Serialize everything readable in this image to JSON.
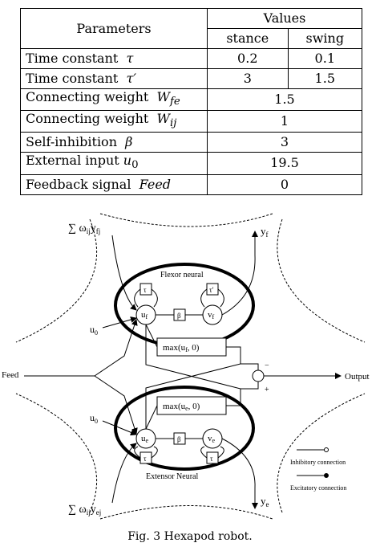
{
  "table": {
    "header_params": "Parameters",
    "header_values": "Values",
    "header_stance": "stance",
    "header_swing": "swing",
    "rows": [
      {
        "label": "Time constant",
        "sym": "τ",
        "sub": "",
        "stance": "0.2",
        "swing": "0.1"
      },
      {
        "label": "Time constant",
        "sym": "τ′",
        "sub": "",
        "stance": "3",
        "swing": "1.5"
      },
      {
        "label": "Connecting weight",
        "sym": "W",
        "sub": "fe",
        "value": "1.5"
      },
      {
        "label": "Connecting weight",
        "sym": "W",
        "sub": "ij",
        "value": "1"
      },
      {
        "label": "Self-inhibition",
        "sym": "β",
        "sub": "",
        "value": "3"
      },
      {
        "label": "External input",
        "sym": "u",
        "sub": "0",
        "value": "19.5"
      },
      {
        "label": "Feedback signal",
        "sym": "Feed",
        "sub": "",
        "value": "0"
      }
    ]
  },
  "diagram": {
    "sum_top": "∑ ω",
    "sum_top_sub1": "ij",
    "sum_top_y": "y",
    "sum_top_sub2": "fj",
    "sum_bot": "∑ ω",
    "sum_bot_sub1": "ij",
    "sum_bot_y": "y",
    "sum_bot_sub2": "ej",
    "yf": "y",
    "yf_sub": "f",
    "ye": "y",
    "ye_sub": "e",
    "flexor_label": "Flexor neural",
    "extensor_label": "Extensor Neural",
    "u0": "u",
    "u0_sub": "0",
    "tau": "τ",
    "tau_prime": "τ′",
    "beta": "β",
    "uf": "u",
    "uf_sub": "f",
    "vf": "v",
    "vf_sub": "f",
    "ue": "u",
    "ue_sub": "e",
    "ve": "v",
    "ve_sub": "e",
    "max_f": "max(u",
    "max_f_sub": "f",
    "max_f_end": ", 0)",
    "max_e": "max(u",
    "max_e_sub": "e",
    "max_e_end": ", 0)",
    "feed": "Feed",
    "output": "Output",
    "minus": "−",
    "plus": "+",
    "legend_inhibitory": "Inhibitory connection",
    "legend_excitatory": "Excitatory connection"
  },
  "caption": "Fig. 3 Hexapod robot."
}
